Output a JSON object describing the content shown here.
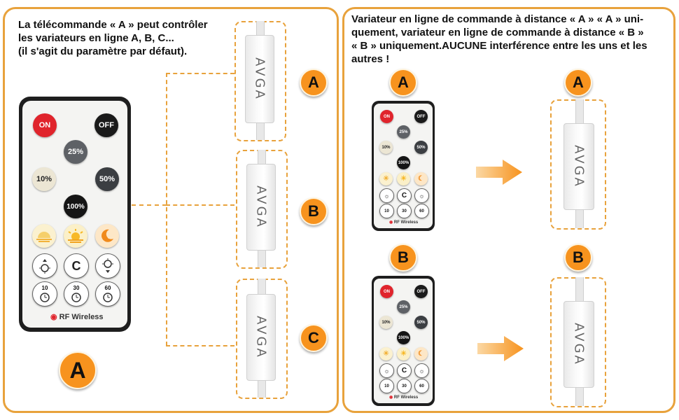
{
  "left_panel": {
    "heading_lines": [
      "La télécommande « A » peut contrôler",
      "les variateurs en ligne A, B, C...",
      "(il s'agit du paramètre par défaut)."
    ],
    "remote_label": "A",
    "dimmer_labels": [
      "A",
      "B",
      "C"
    ]
  },
  "right_panel": {
    "heading_lines": [
      "Variateur en ligne de commande à distance « A » « A » uni-",
      "quement, variateur en ligne de commande à distance « B »",
      "« B » uniquement.AUCUNE interférence entre les uns et les",
      "autres !"
    ],
    "remote_labels": [
      "A",
      "B"
    ],
    "dimmer_labels": [
      "A",
      "B"
    ]
  },
  "remote": {
    "on": "ON",
    "off": "OFF",
    "p25": "25%",
    "p10": "10%",
    "p50": "50%",
    "p100": "100%",
    "c": "C",
    "t10": "10",
    "t30": "30",
    "t60": "60",
    "rf": "RF Wireless"
  },
  "dimmer_text": "AVGA",
  "colors": {
    "accent": "#f7931e",
    "border": "#e8a23c",
    "on_red": "#e0242c",
    "dark": "#1e1e1e"
  }
}
